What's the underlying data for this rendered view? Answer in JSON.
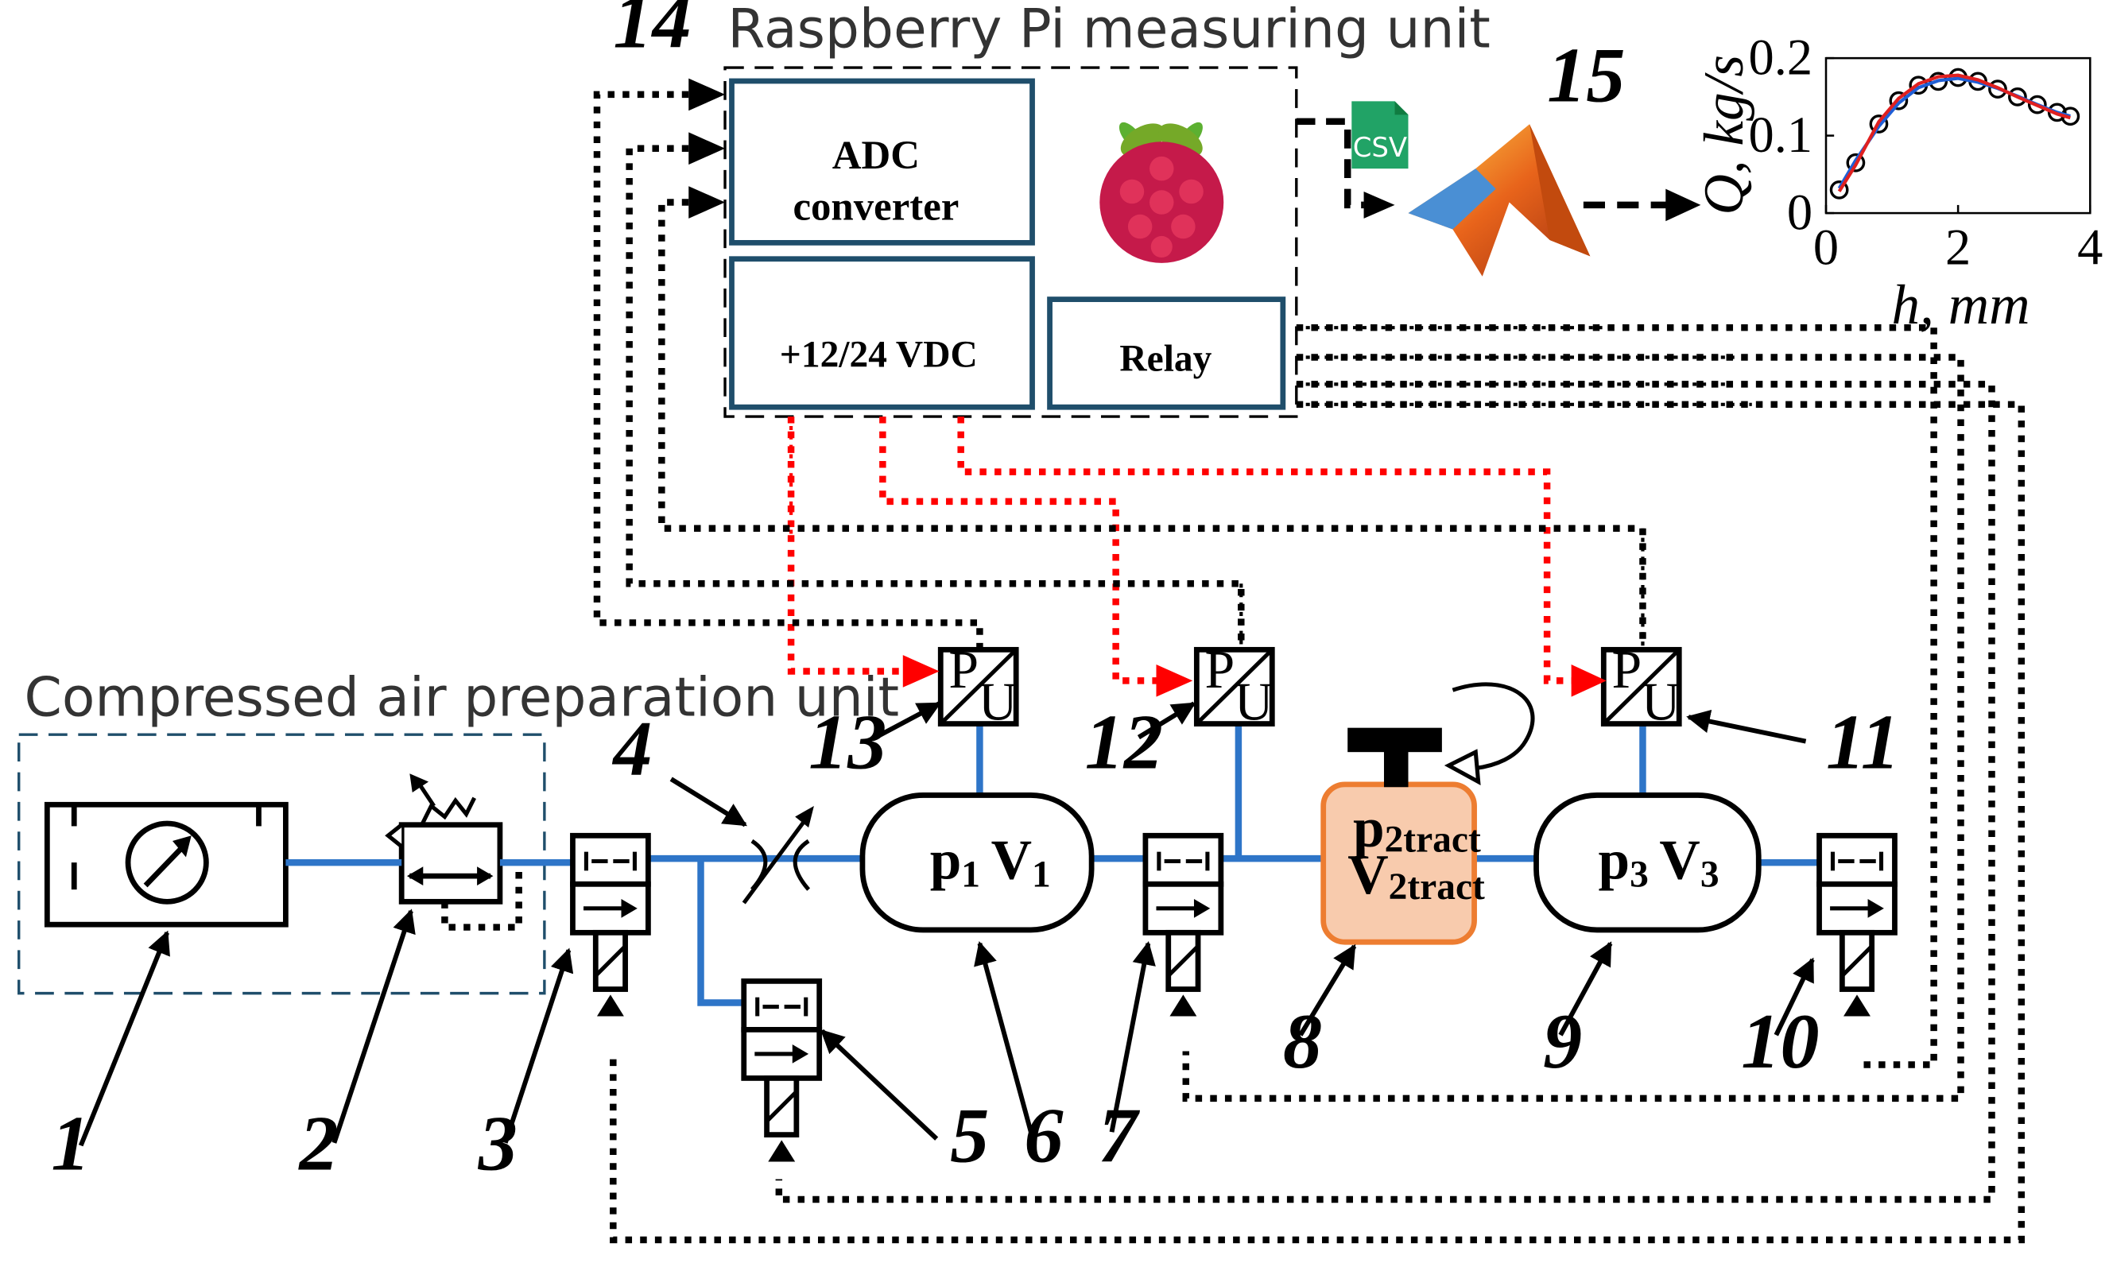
{
  "units": {
    "measuring": "Raspberry Pi measuring unit",
    "air_prep": "Compressed air preparation unit"
  },
  "boxes": {
    "adc_line1": "ADC",
    "adc_line2": "converter",
    "power": "+12/24 VDC",
    "relay": "Relay"
  },
  "file_icon": {
    "label": "CSV",
    "icon": "csv-file-icon",
    "color": "#21a366"
  },
  "software_icon": "matlab-logo-icon",
  "sensor_label": {
    "top": "P",
    "bottom": "U"
  },
  "vessels": {
    "v1": {
      "p": "p",
      "p_sub": "1",
      "v": "V",
      "v_sub": "1"
    },
    "v2": {
      "p": "p",
      "p_sub": "2tract",
      "v": "V",
      "v_sub": "2tract"
    },
    "v3": {
      "p": "p",
      "p_sub": "3",
      "v": "V",
      "v_sub": "3"
    }
  },
  "numbers": [
    "1",
    "2",
    "3",
    "4",
    "5",
    "6",
    "7",
    "8",
    "9",
    "10",
    "11",
    "12",
    "13",
    "14",
    "15"
  ],
  "colors": {
    "pipe": "#2e75c8",
    "supply_line": "#ff0000",
    "box_border": "#1f4e6b",
    "tract_fill": "#f8cbad",
    "tract_border": "#ed7d31"
  },
  "chart_data": {
    "type": "line",
    "xlabel": "h, mm",
    "ylabel": "Q, kg/s",
    "xlim": [
      0,
      4
    ],
    "ylim": [
      0,
      0.2
    ],
    "xticks": [
      "0",
      "2",
      "4"
    ],
    "yticks": [
      "0",
      "0.1",
      "0.2"
    ],
    "grid": false,
    "series": [
      {
        "style": "circles",
        "x": [
          0.2,
          0.45,
          0.8,
          1.1,
          1.4,
          1.7,
          2.0,
          2.3,
          2.6,
          2.9,
          3.2,
          3.5,
          3.7
        ],
        "y": [
          0.03,
          0.065,
          0.115,
          0.145,
          0.165,
          0.17,
          0.175,
          0.17,
          0.16,
          0.15,
          0.14,
          0.13,
          0.125
        ]
      },
      {
        "style": "blue-line",
        "x": [
          0.2,
          0.45,
          0.8,
          1.1,
          1.4,
          1.7,
          2.0,
          2.3,
          2.6,
          2.9,
          3.2,
          3.5,
          3.7
        ],
        "y": [
          0.032,
          0.068,
          0.112,
          0.142,
          0.162,
          0.171,
          0.174,
          0.169,
          0.161,
          0.151,
          0.14,
          0.13,
          0.125
        ]
      },
      {
        "style": "red-line",
        "x": [
          0.2,
          0.45,
          0.8,
          1.1,
          1.4,
          1.7,
          2.0,
          2.3,
          2.6,
          2.9,
          3.2,
          3.5,
          3.7
        ],
        "y": [
          0.028,
          0.062,
          0.118,
          0.148,
          0.167,
          0.176,
          0.178,
          0.172,
          0.162,
          0.15,
          0.139,
          0.128,
          0.123
        ]
      }
    ]
  }
}
